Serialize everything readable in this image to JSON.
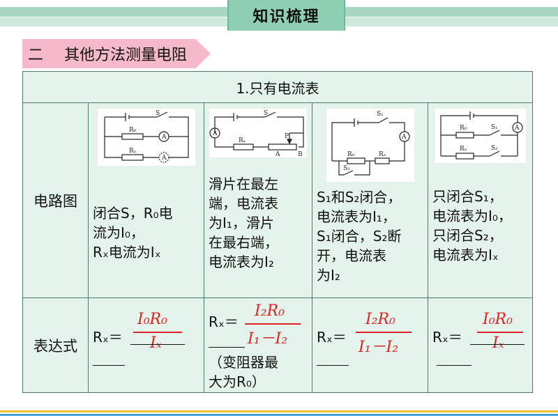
{
  "header": {
    "title": "知识梳理"
  },
  "section": {
    "number": "二",
    "title": "其他方法测量电阻"
  },
  "table": {
    "heading": "1.只有电流表",
    "row_labels": {
      "circuit": "电路图",
      "expression": "表达式"
    },
    "cases": [
      {
        "desc_lines": [
          "闭合S，R₀电",
          "流为I₀，",
          "Rₓ电流为Iₓ"
        ],
        "expr_prefix": "Rₓ＝",
        "numerator": "I₀R₀",
        "denominator": "Iₓ",
        "circuit_labels": {
          "switch": "S",
          "r0": "R₀",
          "rx": "Rₓ",
          "meter": "A"
        }
      },
      {
        "desc_lines": [
          "滑片在最左",
          "端，电流表",
          "为I₁，滑片",
          "在最右端，",
          "电流表为I₂"
        ],
        "expr_prefix": "Rₓ＝",
        "numerator": "I₂R₀",
        "denominator": "I₁－I₂",
        "note_lines": [
          "（变阻器最",
          "大为R₀）"
        ],
        "circuit_labels": {
          "switch": "S",
          "rx": "Rₓ",
          "p": "P",
          "a": "A",
          "b": "B",
          "meter": "A"
        }
      },
      {
        "desc_lines": [
          "S₁和S₂闭合，",
          "电流表为I₁，",
          "S₁闭合，S₂断",
          "开，电流表",
          "为I₂"
        ],
        "expr_prefix": "Rₓ＝",
        "numerator": "I₂R₀",
        "denominator": "I₁－I₂",
        "circuit_labels": {
          "s1": "S₁",
          "s2": "S₂",
          "r0": "R₀",
          "rx": "Rₓ",
          "meter": "A"
        }
      },
      {
        "desc_lines": [
          "只闭合S₁，",
          "电流表为I₀，",
          "只闭合S₂，",
          "电流表为Iₓ"
        ],
        "expr_prefix": "Rₓ＝",
        "numerator": "I₀R₀",
        "denominator": "Iₓ",
        "circuit_labels": {
          "s1": "S₁",
          "s2": "S₂",
          "r0": "R₀",
          "rx": "Rₓ",
          "meter": "A"
        }
      }
    ]
  }
}
